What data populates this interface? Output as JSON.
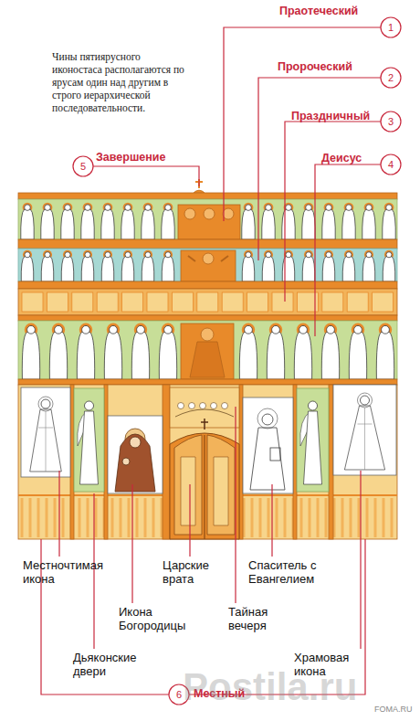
{
  "diagram": {
    "labels": [
      "Чины пятиярусного иконостаса располагаются по ярусам один над другим в строго иерархической последовательности.",
      "Праотеческий",
      "1",
      "Пророческий",
      "2",
      "Праздничный",
      "3",
      "Деисус",
      "4",
      "Завершение",
      "5",
      "Местночтимая икона",
      "Икона Богородицы",
      "Дьяконские двери",
      "Царские врата",
      "Тайная вечеря",
      "Спаситель с Евангелием",
      "Храмовая икона",
      "6",
      "Местный",
      "FOMA.RU",
      "Postila.ru"
    ]
  }
}
